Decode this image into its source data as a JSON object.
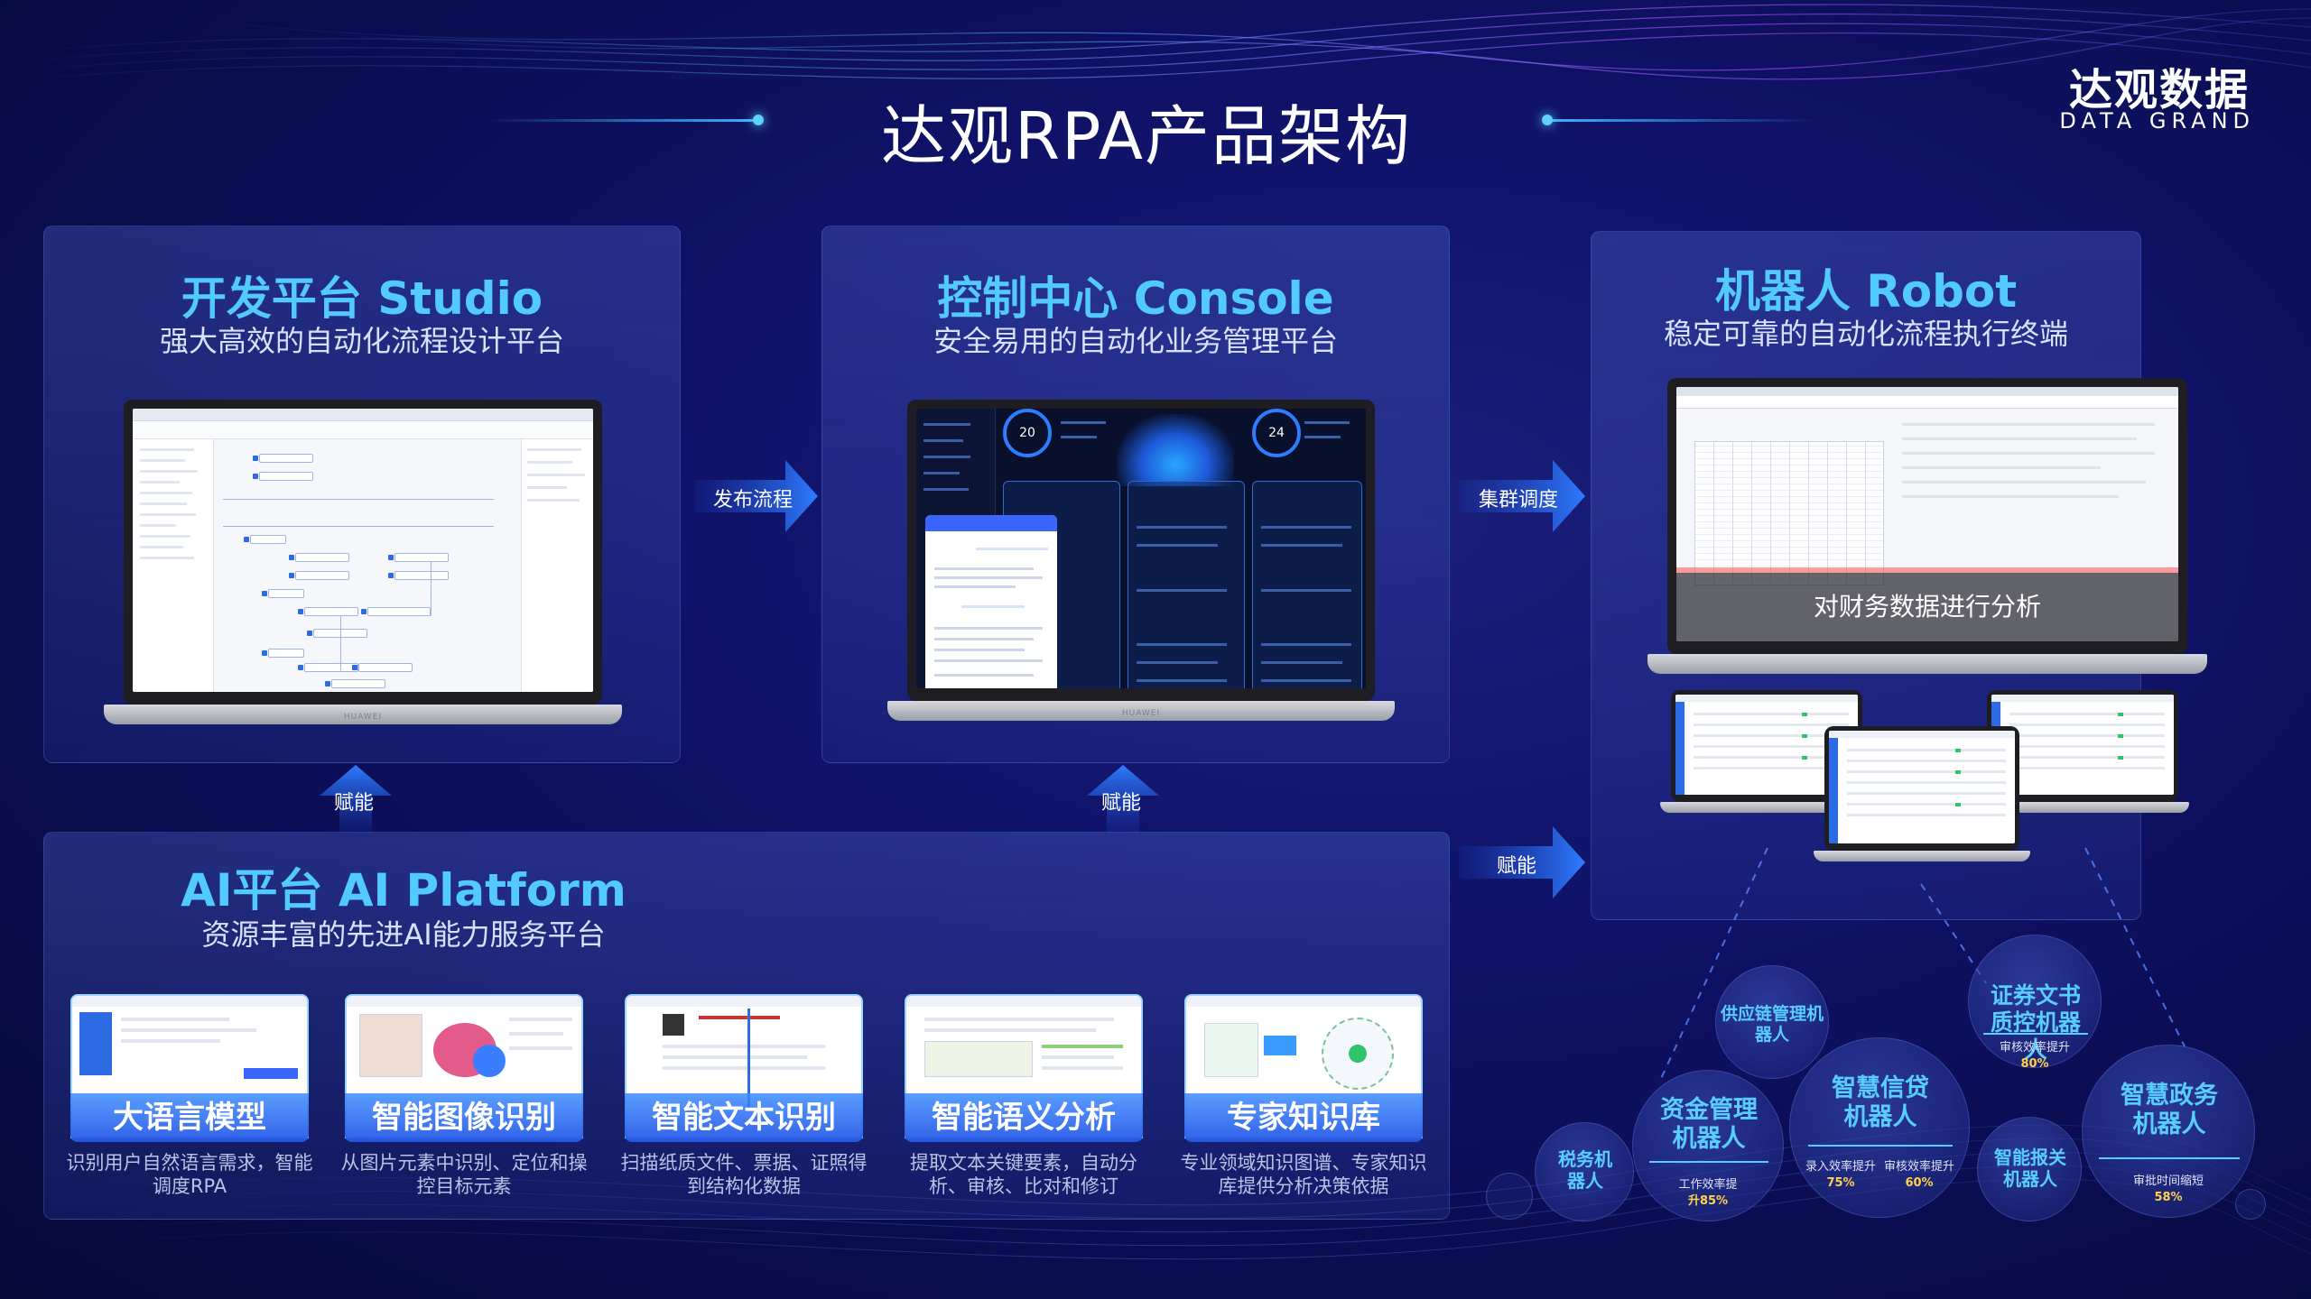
{
  "header": {
    "title": "达观RPA产品架构",
    "brand_cn": "达观数据",
    "brand_en": "DATA GRAND"
  },
  "studio": {
    "title": "开发平台 Studio",
    "subtitle": "强大高效的自动化流程设计平台",
    "laptop_brand": "HUAWEI"
  },
  "console": {
    "title": "控制中心 Console",
    "subtitle": "安全易用的自动化业务管理平台",
    "laptop_brand": "HUAWEI",
    "gauge_left": "20",
    "gauge_right": "24"
  },
  "robot": {
    "title": "机器人 Robot",
    "subtitle": "稳定可靠的自动化流程执行终端",
    "overlay_caption": "对财务数据进行分析"
  },
  "arrows": {
    "publish": "发布流程",
    "cluster": "集群调度",
    "empower_studio": "赋能",
    "empower_console": "赋能",
    "empower_robot": "赋能"
  },
  "ai_platform": {
    "title": "AI平台 AI Platform",
    "subtitle": "资源丰富的先进AI能力服务平台",
    "cards": [
      {
        "label": "大语言模型",
        "desc": "识别用户自然语言需求，智能调度RPA"
      },
      {
        "label": "智能图像识别",
        "desc": "从图片元素中识别、定位和操控目标元素"
      },
      {
        "label": "智能文本识别",
        "desc": "扫描纸质文件、票据、证照得到结构化数据"
      },
      {
        "label": "智能语义分析",
        "desc": "提取文本关键要素，自动分析、审核、比对和修订"
      },
      {
        "label": "专家知识库",
        "desc": "专业领域知识图谱、专家知识库提供分析决策依据"
      }
    ]
  },
  "robots": {
    "supply_chain": "供应链管理机器人",
    "securities_title": "证券文书质控机器人",
    "securities_stat_label": "审核效率提升",
    "securities_stat_value": "80%",
    "funds_title": "资金管理机器人",
    "funds_stat_label": "工作效率提",
    "funds_stat_value": "升85%",
    "credit_title": "智慧信贷机器人",
    "credit_stat1_label": "录入效率提升",
    "credit_stat1_value": "75%",
    "credit_stat2_label": "审核效率提升",
    "credit_stat2_value": "60%",
    "tax_title": "税务机器人",
    "customs_title": "智能报关机器人",
    "gov_title": "智慧政务机器人",
    "gov_stat_label": "审批时间缩短",
    "gov_stat_value": "58%"
  }
}
